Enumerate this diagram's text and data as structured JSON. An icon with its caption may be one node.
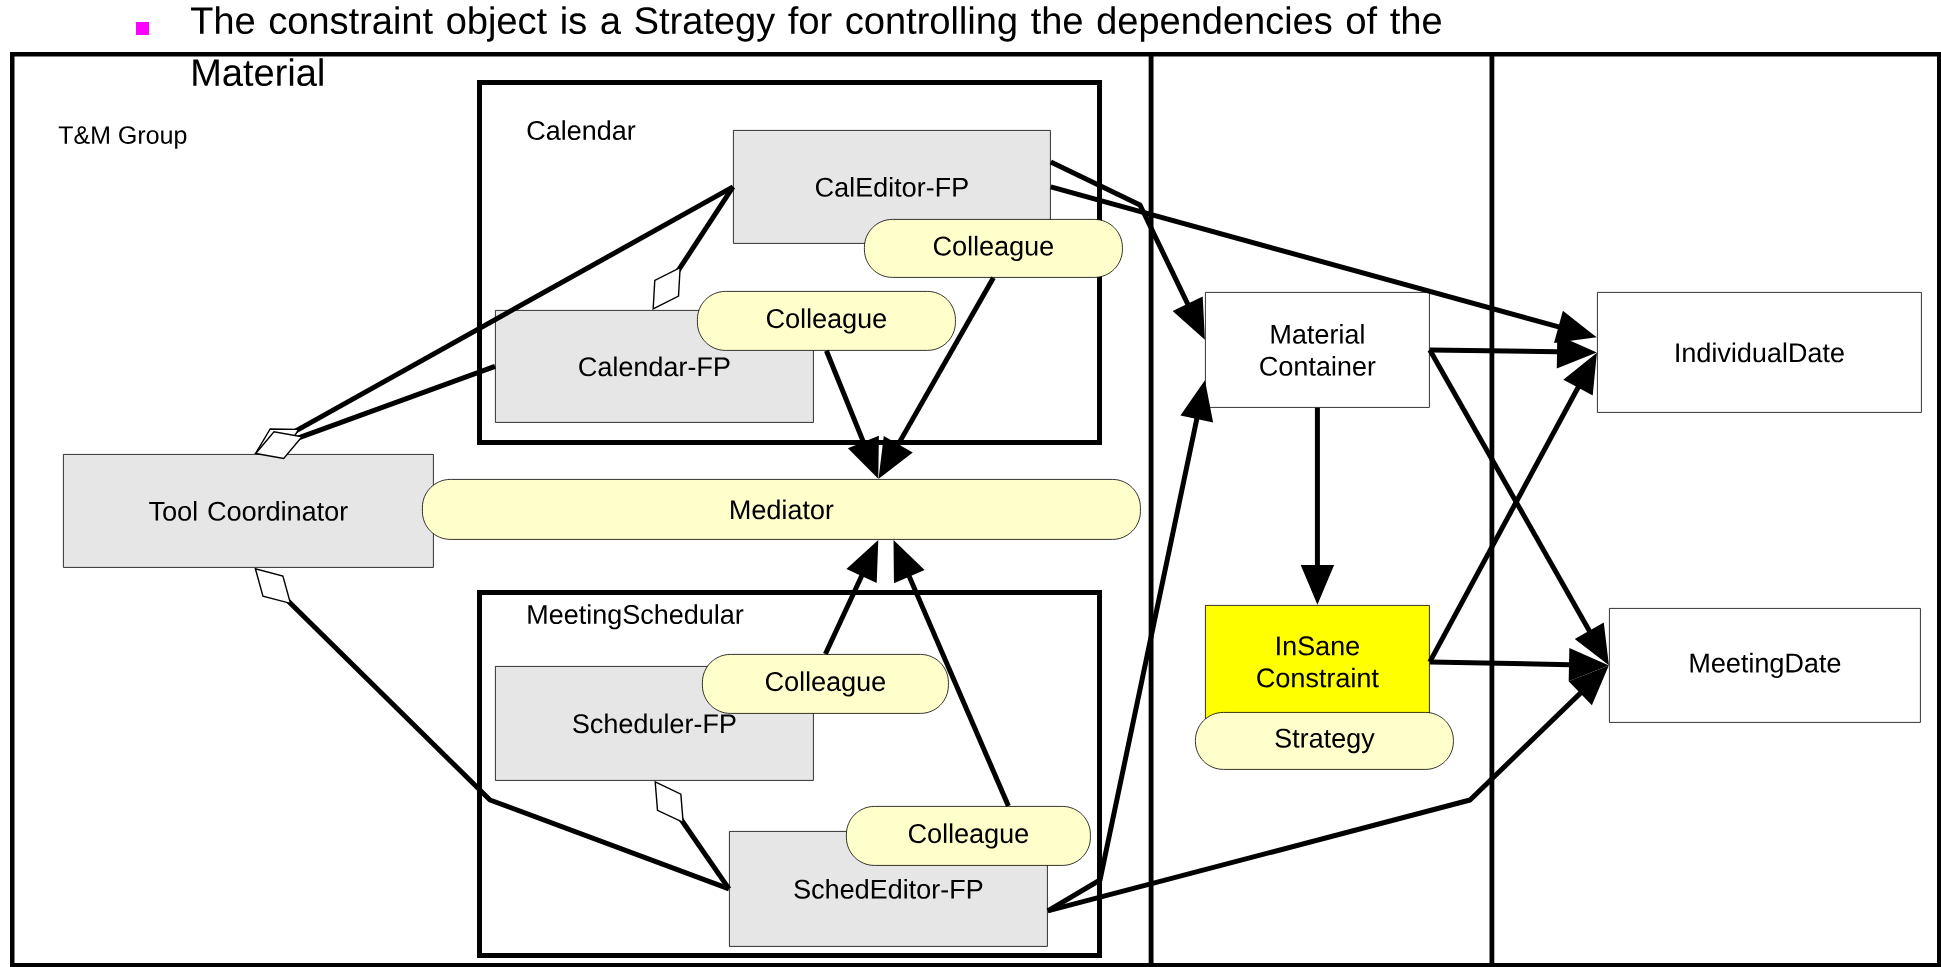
{
  "diagram": {
    "nodes": [
      {
        "text": [
          "T&M Group"
        ]
      },
      {
        "text": [
          "Calendar"
        ],
        "in": 0
      },
      {
        "text": [
          "CalEditor-FP"
        ],
        "in": 1
      },
      {
        "text": [
          "Colleague"
        ],
        "in": 0
      },
      {
        "text": [
          "Calendar-FP"
        ],
        "in": 1
      },
      {
        "text": [
          "Colleague"
        ],
        "in": 1
      },
      {
        "text": [
          "Tool Coordinator"
        ],
        "in": 0
      },
      {
        "text": [
          "Mediator"
        ],
        "in": 0
      },
      {
        "text": [
          "MeetingSchedular"
        ],
        "in": 0
      },
      {
        "text": [
          "Scheduler-FP"
        ],
        "in": 8
      },
      {
        "text": [
          "Colleague"
        ],
        "in": 8
      },
      {
        "text": [
          "SchedEditor-FP"
        ],
        "in": 8
      },
      {
        "text": [
          "Colleague"
        ],
        "in": 8
      },
      {
        "text": [
          "Material Container"
        ],
        "in": 0
      },
      {
        "text": [
          "InSane Constraint"
        ],
        "in": 0
      },
      {
        "text": [
          "Strategy"
        ],
        "in": 0
      },
      {
        "text": [
          "IndividualDate"
        ],
        "in": 0
      },
      {
        "text": [
          "MeetingDate"
        ],
        "in": 0
      }
    ],
    "edges": [
      {
        "from": 6,
        "to": 2,
        "arrow": "other"
      },
      {
        "from": 6,
        "to": 4,
        "arrow": "other"
      },
      {
        "from": 4,
        "to": 2,
        "arrow": "other"
      },
      {
        "from": 6,
        "to": 11,
        "arrow": "other"
      },
      {
        "from": 9,
        "to": 11,
        "arrow": "other"
      },
      {
        "from": 5,
        "to": 7,
        "arrow": "to"
      },
      {
        "from": 3,
        "to": 7,
        "arrow": "to"
      },
      {
        "from": 10,
        "to": 7,
        "arrow": "to"
      },
      {
        "from": 12,
        "to": 7,
        "arrow": "to"
      },
      {
        "from": 2,
        "to": 13,
        "arrow": "to"
      },
      {
        "from": 2,
        "to": 16,
        "arrow": "to"
      },
      {
        "from": 11,
        "to": 13,
        "arrow": "to"
      },
      {
        "from": 11,
        "to": 17,
        "arrow": "to"
      },
      {
        "from": 13,
        "to": 14,
        "arrow": "to"
      },
      {
        "from": 13,
        "to": 16,
        "arrow": "to"
      },
      {
        "from": 13,
        "to": 17,
        "arrow": "to"
      },
      {
        "from": 14,
        "to": 16,
        "arrow": "to"
      },
      {
        "from": 14,
        "to": 17,
        "arrow": "to"
      }
    ],
    "labels": [
      "The constraint object is a Strategy for controlling the dependencies of the Material"
    ]
  }
}
